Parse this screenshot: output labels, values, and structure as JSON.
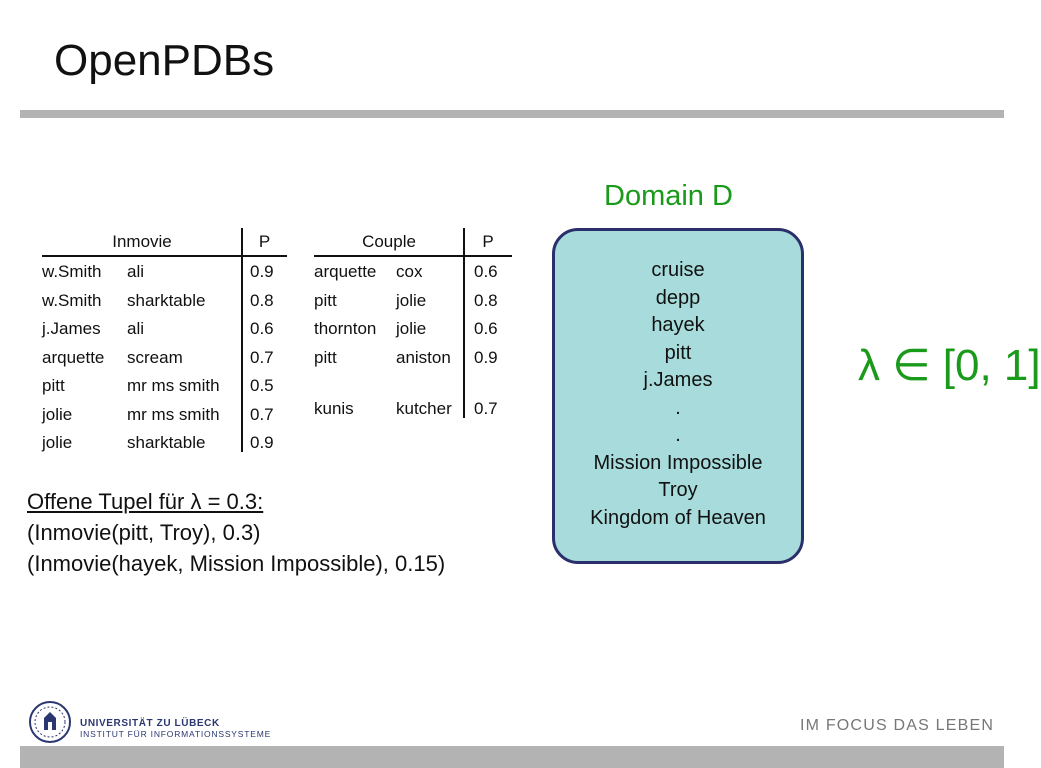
{
  "slide": {
    "title": "OpenPDBs"
  },
  "inmovie": {
    "header": [
      "Inmovie",
      "P"
    ],
    "rows": [
      [
        "w.Smith",
        "ali",
        "0.9"
      ],
      [
        "w.Smith",
        "sharktable",
        "0.8"
      ],
      [
        "j.James",
        "ali",
        "0.6"
      ],
      [
        "arquette",
        "scream",
        "0.7"
      ],
      [
        "pitt",
        "mr ms smith",
        "0.5"
      ],
      [
        "jolie",
        "mr ms smith",
        "0.7"
      ],
      [
        "jolie",
        "sharktable",
        "0.9"
      ]
    ]
  },
  "couple": {
    "header": [
      "Couple",
      "P"
    ],
    "rows": [
      [
        "arquette",
        "cox",
        "0.6"
      ],
      [
        "pitt",
        "jolie",
        "0.8"
      ],
      [
        "thornton",
        "jolie",
        "0.6"
      ],
      [
        "pitt",
        "aniston",
        "0.9"
      ],
      [
        "kunis",
        "kutcher",
        "0.7"
      ]
    ]
  },
  "open_tuples": {
    "heading": "Offene Tupel für λ = 0.3:",
    "lines": [
      "(Inmovie(pitt, Troy), 0.3)",
      "(Inmovie(hayek, Mission Impossible), 0.15)"
    ]
  },
  "domain": {
    "title": "Domain D",
    "items": [
      "cruise",
      "depp",
      "hayek",
      "pitt",
      "j.James",
      ".",
      ".",
      "Mission Impossible",
      "Troy",
      "Kingdom of Heaven"
    ]
  },
  "lambda_label": "λ ∈ [0, 1]",
  "footer": {
    "university": "UNIVERSITÄT ZU LÜBECK",
    "institute": "INSTITUT FÜR INFORMATIONSSYSTEME",
    "slogan": "IM FOCUS DAS LEBEN"
  },
  "colors": {
    "accent_green": "#1a9a1a",
    "domain_fill": "#a8dcdc",
    "domain_border": "#2b2f6b",
    "rule_gray": "#b3b3b3"
  }
}
